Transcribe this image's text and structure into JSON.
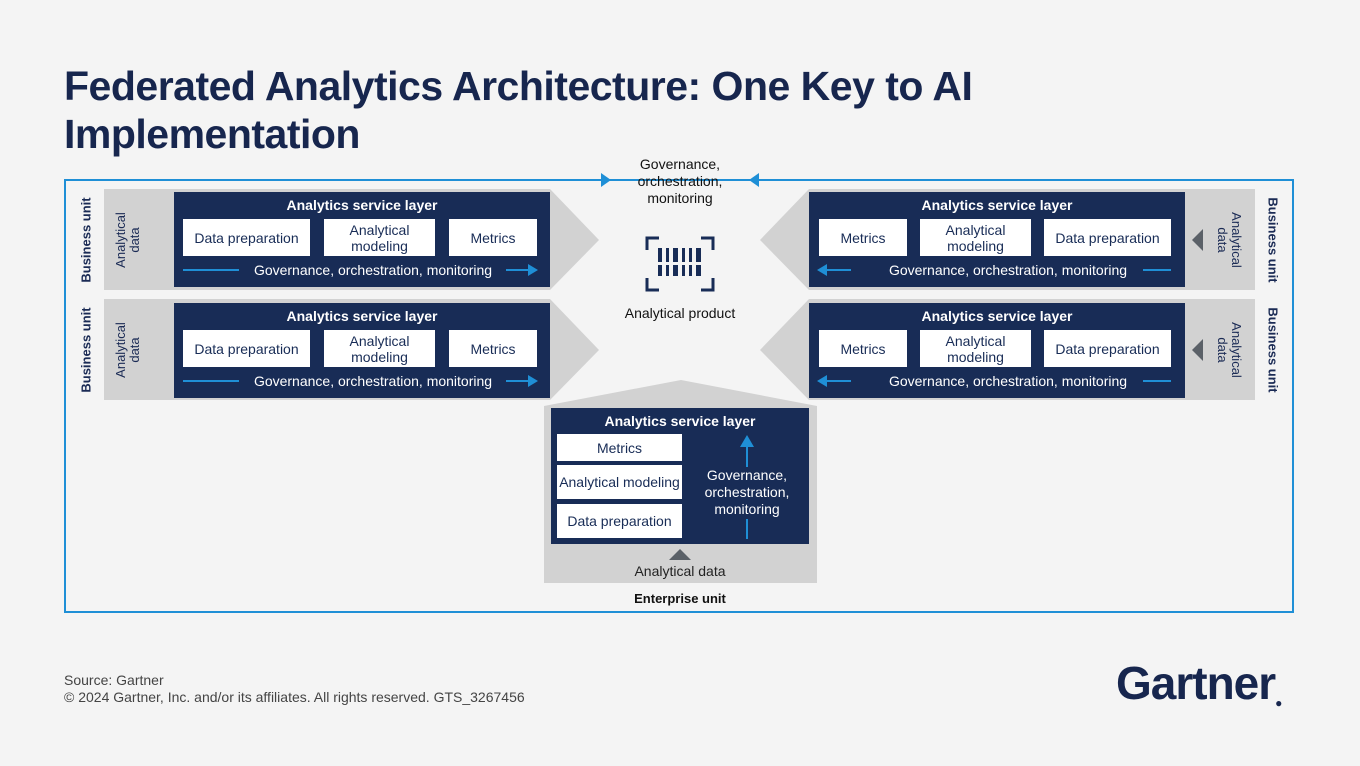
{
  "title": "Federated Analytics Architecture: One Key to AI Implementation",
  "top_center_label": "Governance, orchestration, monitoring",
  "center_label": "Analytical product",
  "center_icon": "barcode-scan-icon",
  "business_unit_label": "Business unit",
  "analytical_data_label": "Analytical data",
  "layer_title": "Analytics service layer",
  "box_data_prep": "Data preparation",
  "box_modeling": "Analytical modeling",
  "box_metrics": "Metrics",
  "gov_label": "Governance, orchestration, monitoring",
  "enterprise": {
    "label": "Enterprise unit",
    "layer_title": "Analytics service layer",
    "boxes": [
      "Metrics",
      "Analytical modeling",
      "Data preparation"
    ],
    "gov_label": "Governance, orchestration, monitoring",
    "analytical_data": "Analytical data"
  },
  "footer": {
    "source": "Source: Gartner",
    "copyright": "© 2024 Gartner, Inc. and/or its affiliates. All rights reserved. GTS_3267456"
  },
  "logo": "Gartner",
  "colors": {
    "navy": "#182c56",
    "accent": "#1f8fd6",
    "gray": "#d2d2d2",
    "title": "#17264e"
  }
}
